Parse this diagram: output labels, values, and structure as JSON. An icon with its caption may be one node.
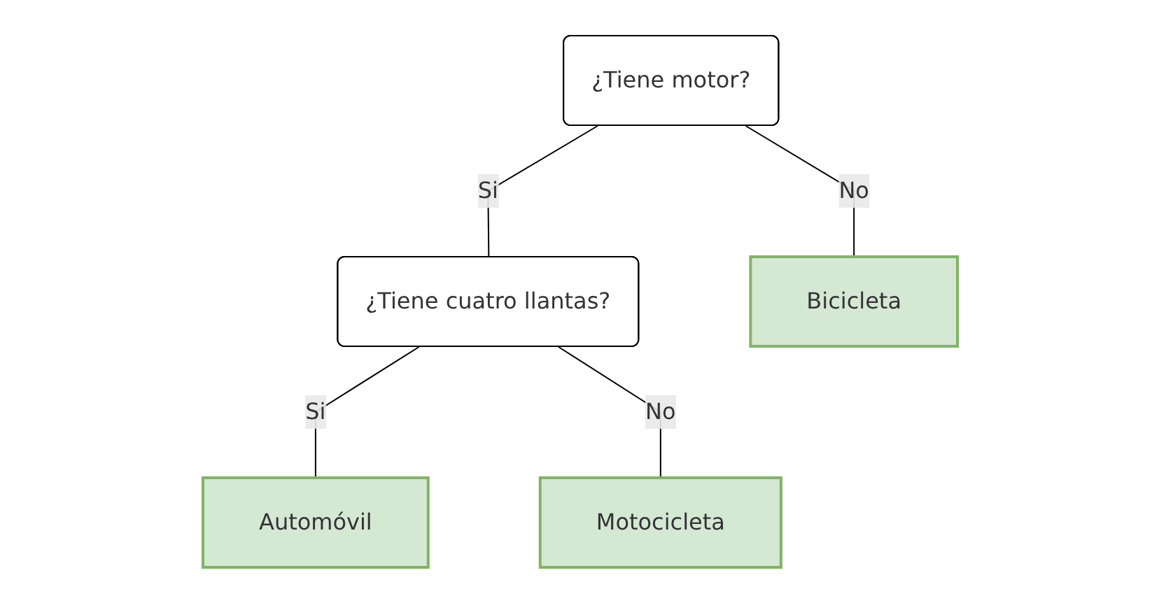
{
  "diagram": {
    "nodes": [
      {
        "text": [
          "¿Tiene motor?"
        ]
      },
      {
        "text": [
          "¿Tiene cuatro llantas?"
        ]
      },
      {
        "text": [
          "Bicicleta"
        ]
      },
      {
        "text": [
          "Automóvil"
        ]
      },
      {
        "text": [
          "Motocicleta"
        ]
      }
    ],
    "edges": [
      {
        "from": 0,
        "to": 1,
        "arrow": "none",
        "label": "Si"
      },
      {
        "from": 0,
        "to": 2,
        "arrow": "none",
        "label": "No"
      },
      {
        "from": 1,
        "to": 3,
        "arrow": "none",
        "label": "Si"
      },
      {
        "from": 1,
        "to": 4,
        "arrow": "none",
        "label": "No"
      }
    ]
  }
}
